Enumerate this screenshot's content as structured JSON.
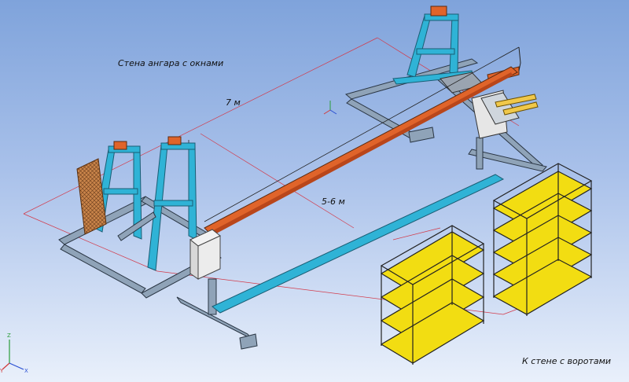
{
  "labels": {
    "hangar_wall": "Стена ангара с окнами",
    "span_length": "7 м",
    "beam_distance": "5-6 м",
    "gate_wall": "К стене с воротами"
  },
  "triad": {
    "x": "X",
    "y": "Y",
    "z": "Z"
  },
  "colors": {
    "frame_blue": "#2fb3d6",
    "rail_orange": "#e0642a",
    "shelf_yellow": "#f2dd12",
    "dimension_red": "#d23a4a",
    "grey_steel": "#8fa3b8"
  }
}
